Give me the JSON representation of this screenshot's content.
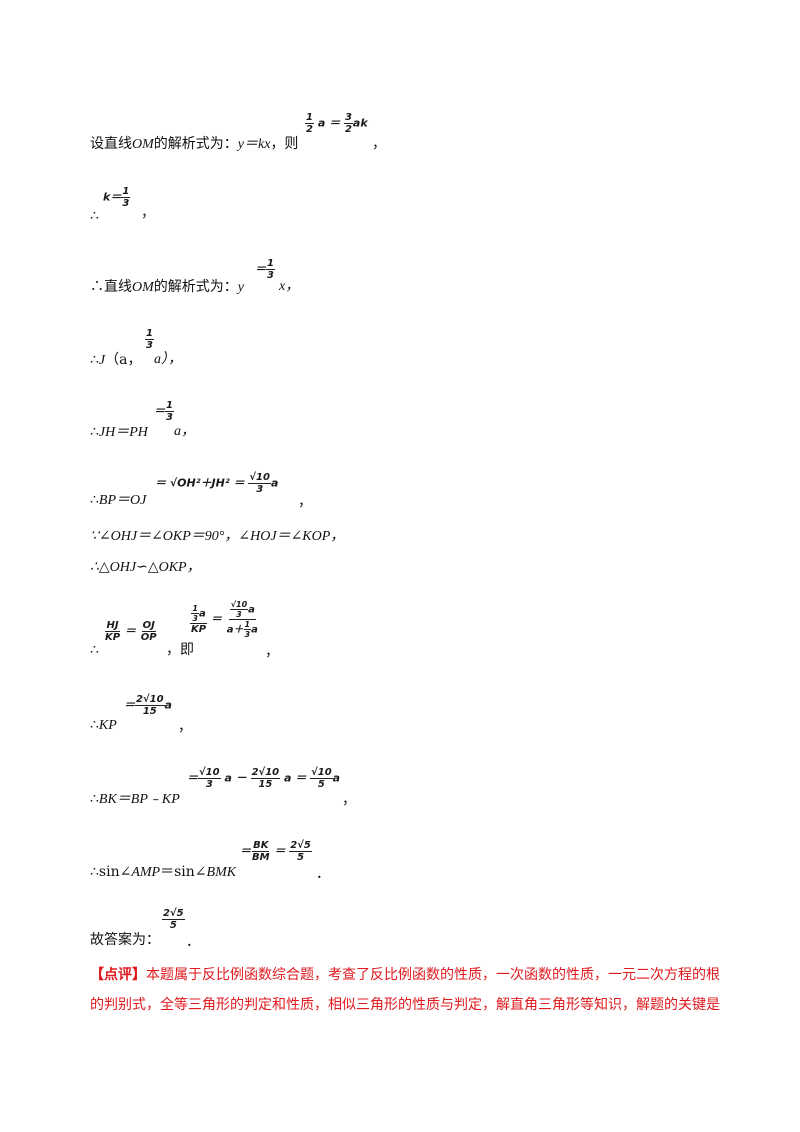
{
  "lines": {
    "l1_text": "设直线",
    "l1_om": "OM",
    "l1_rest": "的解析式为：",
    "l1_eq": "y＝kx",
    "l1_then": "，则",
    "l1_tail": "，",
    "l2_therefore": "∴",
    "l2_tail": "，",
    "l3_text": "∴直线",
    "l3_om": "OM",
    "l3_rest": "的解析式为：",
    "l3_y": "y",
    "l3_x": "x，",
    "l4_text": "∴",
    "l4_j": "J",
    "l4_paren": "（a，",
    "l4_close": "a），",
    "l5_text": "∴",
    "l5_eq": "JH＝PH",
    "l5_a": "a，",
    "l6_text": "∴",
    "l6_eq": "BP＝OJ",
    "l6_tail": "，",
    "l7_text": "∵∠OHJ＝∠OKP＝90°，∠HOJ＝∠KOP，",
    "l8_text": "∴△OHJ∽△OKP，",
    "l9_text": "∴",
    "l9_ji": "，即",
    "l9_tail": "，",
    "l10_text": "∴",
    "l10_kp": "KP",
    "l10_tail": "，",
    "l11_text": "∴",
    "l11_eq": "BK＝BP﹣KP",
    "l11_tail": "，",
    "l12_text": "∴sin∠",
    "l12_amp": "AMP",
    "l12_mid": "＝sin∠",
    "l12_bmk": "BMK",
    "l12_tail": "．",
    "l13_text": "故答案为：",
    "l13_tail": "．"
  },
  "math": {
    "half": "1",
    "two": "2",
    "a": "a",
    "eq": "＝",
    "three": "3",
    "ak": "ak",
    "k_eq": "k＝",
    "one": "1",
    "eq_sign": "＝",
    "sqrt_oh": "√OH²＋JH²",
    "sqrt10": "√10",
    "a_tail": "a",
    "hj": "HJ",
    "kp": "KP",
    "oj": "OJ",
    "op": "OP",
    "one_third_a": "a",
    "sqrt10_over3_a": "a",
    "a_plus_third": "a＋",
    "two_sqrt10": "2√10",
    "fifteen": "15",
    "five": "5",
    "minus": "－",
    "bk": "BK",
    "bm": "BM",
    "two_sqrt5": "2√5"
  },
  "review": {
    "label": "【点评】",
    "text": "本题属于反比例函数综合题，考查了反比例函数的性质，一次函数的性质，一元二次方程的根的判别式，全等三角形的判定和性质，相似三角形的性质与判定，解直角三角形等知识，解题的关键是"
  }
}
